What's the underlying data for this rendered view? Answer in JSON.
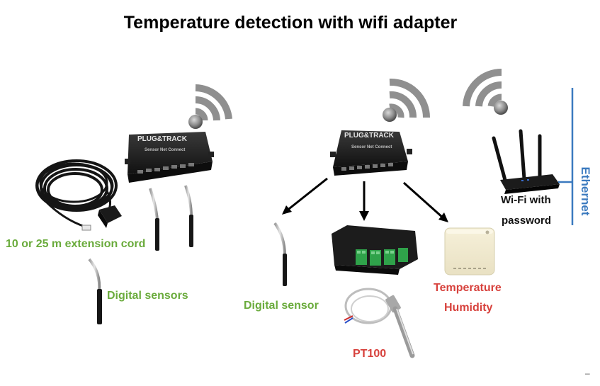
{
  "title": "Temperature detection with wifi adapter",
  "device_brand": "PLUG&TRACK",
  "device_subtitle": "Sensor Net Connect",
  "labels": {
    "extension_cord": "10 or 25 m extension cord",
    "digital_sensors": "Digital sensors",
    "digital_sensor": "Digital sensor",
    "pt100": "PT100",
    "temperature": "Temperature",
    "humidity": "Humidity",
    "wifi_with": "Wi-Fi with",
    "password": "password",
    "ethernet": "Ethernet",
    "corner_mark": "–"
  },
  "colors": {
    "green_label": "#6aab3c",
    "red_label": "#d7413c",
    "ethernet_blue": "#3b7abf",
    "device_body": "#1e1e1e"
  }
}
